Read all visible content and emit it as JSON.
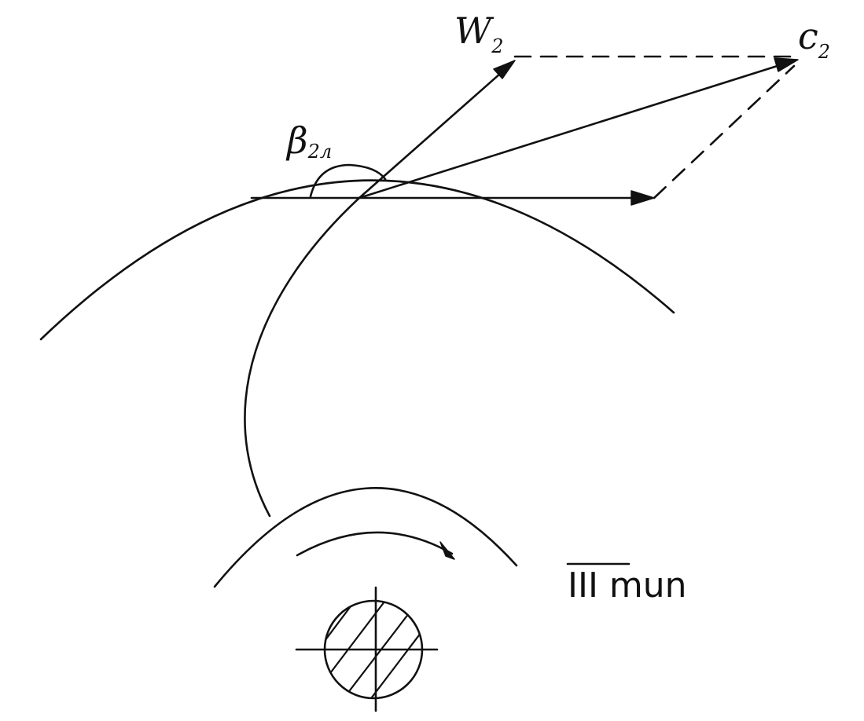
{
  "labels": {
    "w2": {
      "main": "W",
      "sub": "2"
    },
    "c2": {
      "main": "c",
      "sub": "2"
    },
    "beta": {
      "main": "β",
      "sub": "2л"
    },
    "stage": "III mun"
  },
  "colors": {
    "ink": "#111111",
    "background": "#ffffff"
  }
}
